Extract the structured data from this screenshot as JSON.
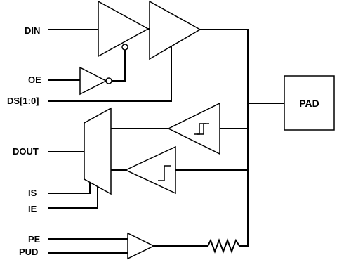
{
  "signals": {
    "din": "DIN",
    "oe": "OE",
    "ds": "DS[1:0]",
    "dout": "DOUT",
    "is": "IS",
    "ie": "IE",
    "pe": "PE",
    "pud": "PUD"
  },
  "pad": {
    "label": "PAD"
  }
}
